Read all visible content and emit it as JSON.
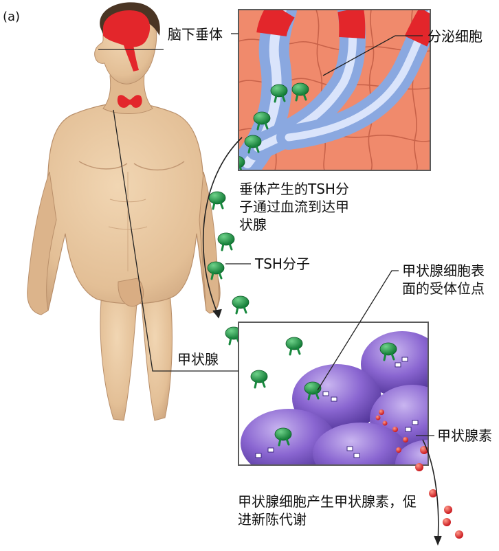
{
  "figure": {
    "panel_letter": "(a)",
    "labels": {
      "pituitary": "脑下垂体",
      "secretory_cell": "分泌细胞",
      "tsh_transport": "垂体产生的TSH分子通过血流到达甲状腺",
      "tsh_molecule": "TSH分子",
      "receptor_site": "甲状腺细胞表面的受体位点",
      "thyroid": "甲状腺",
      "thyroxine": "甲状腺素",
      "outcome": "甲状腺细胞产生甲状腺素，促进新陈代谢"
    }
  },
  "colors": {
    "skin": "#e7c7a1",
    "skin_shadow": "#c9a07a",
    "hair": "#4a3524",
    "organ_red": "#e3262b",
    "tissue_orange": "#f08a6c",
    "vessel_blue": "#9fb7e4",
    "vessel_red": "#e3262b",
    "tsh_green": "#1f9a4a",
    "thyroid_cell_purple": "#7a55c4",
    "thyroxine_red": "#e3262b",
    "line": "#222222"
  }
}
